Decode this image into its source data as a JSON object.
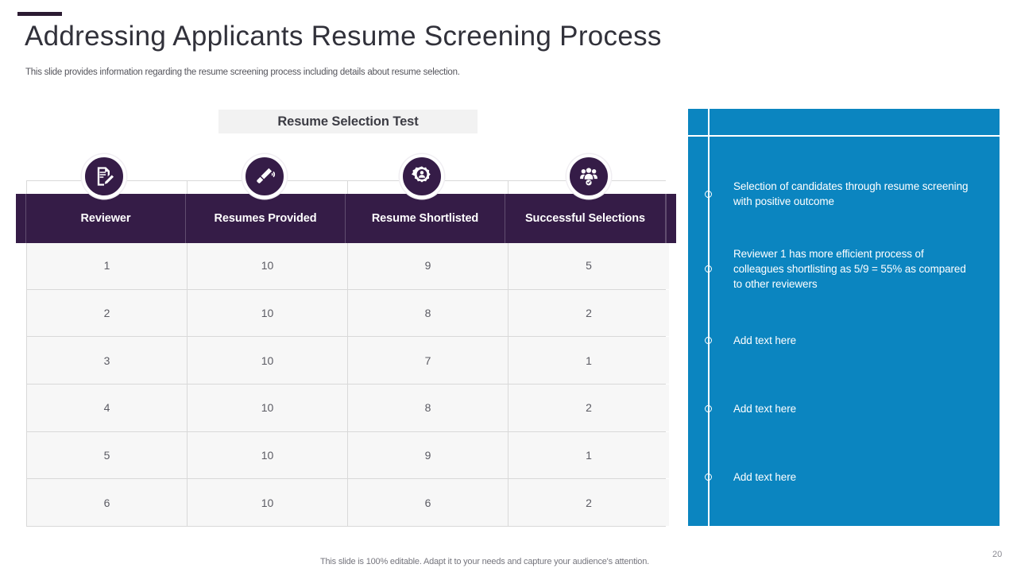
{
  "header": {
    "title": "Addressing Applicants Resume Screening Process",
    "subtitle": "This slide provides information regarding the resume screening process including details about resume selection.",
    "accent_color": "#2b1b32"
  },
  "section": {
    "chip_label": "Resume Selection Test",
    "chip_bg": "#f2f2f2"
  },
  "table": {
    "header_color": "#351c47",
    "columns": [
      {
        "label": "Reviewer",
        "icon": "document-pencil-icon"
      },
      {
        "label": "Resumes Provided",
        "icon": "megaphone-icon"
      },
      {
        "label": "Resume Shortlisted",
        "icon": "person-gear-icon"
      },
      {
        "label": "Successful Selections",
        "icon": "group-check-icon"
      }
    ],
    "rows": [
      {
        "reviewer": "1",
        "resumes_provided": "10",
        "resume_shortlisted": "9",
        "successful_selections": "5"
      },
      {
        "reviewer": "2",
        "resumes_provided": "10",
        "resume_shortlisted": "8",
        "successful_selections": "2"
      },
      {
        "reviewer": "3",
        "resumes_provided": "10",
        "resume_shortlisted": "7",
        "successful_selections": "1"
      },
      {
        "reviewer": "4",
        "resumes_provided": "10",
        "resume_shortlisted": "8",
        "successful_selections": "2"
      },
      {
        "reviewer": "5",
        "resumes_provided": "10",
        "resume_shortlisted": "9",
        "successful_selections": "1"
      },
      {
        "reviewer": "6",
        "resumes_provided": "10",
        "resume_shortlisted": "6",
        "successful_selections": "2"
      }
    ]
  },
  "side_panel": {
    "bg_color": "#0b85c0",
    "bullets": [
      {
        "text": "Selection of candidates through resume screening with positive outcome"
      },
      {
        "text": "Reviewer 1 has more efficient process of colleagues shortlisting as 5/9 = 55% as compared to other reviewers"
      },
      {
        "text": "Add text here"
      },
      {
        "text": "Add text here"
      },
      {
        "text": "Add text here"
      }
    ]
  },
  "footer": {
    "note": "This slide is 100% editable. Adapt it to your needs and capture your audience's attention.",
    "page_number": "20"
  }
}
